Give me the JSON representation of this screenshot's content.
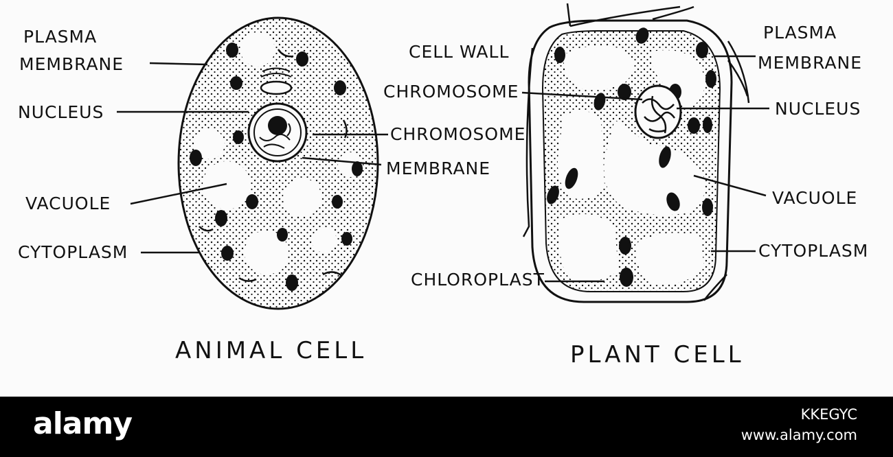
{
  "animal_cell": {
    "title": "ANIMAL CELL",
    "labels": {
      "plasma_membrane_1": "PLASMA",
      "plasma_membrane_2": "MEMBRANE",
      "nucleus": "NUCLEUS",
      "vacuole": "VACUOLE",
      "cytoplasm": "CYTOPLASM",
      "chromosome": "CHROMOSOME",
      "membrane": "MEMBRANE"
    }
  },
  "plant_cell": {
    "title": "PLANT CELL",
    "labels": {
      "cell_wall": "CELL WALL",
      "chromosome": "CHROMOSOME",
      "chloroplast": "CHLOROPLAST",
      "plasma_membrane_1": "PLASMA",
      "plasma_membrane_2": "MEMBRANE",
      "nucleus": "NUCLEUS",
      "vacuole": "VACUOLE",
      "cytoplasm": "CYTOPLASM"
    }
  },
  "footer": {
    "brand": "alamy",
    "image_id": "KKEGYC",
    "url": "www.alamy.com"
  }
}
